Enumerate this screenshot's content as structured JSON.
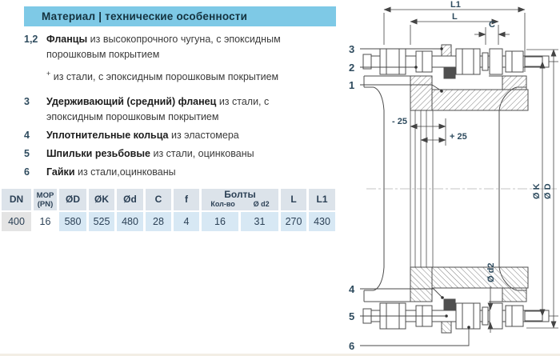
{
  "header": {
    "title": "Материал | технические особенности",
    "bg": "#7ec9e6"
  },
  "materials": {
    "items": [
      {
        "num": "1,2",
        "name": "Фланцы",
        "desc": "из высокопрочного чугуна, с эпоксидным порошковым покрытием"
      },
      {
        "num": "+",
        "name": "",
        "desc": "из стали, с эпоксидным порошковым покрытием"
      },
      {
        "num": "3",
        "name": "Удерживающий (средний) фланец",
        "desc": "из стали, с эпоксидным порошковым покрытием"
      },
      {
        "num": "4",
        "name": "Уплотнительные кольца",
        "desc": "из эластомера"
      },
      {
        "num": "5",
        "name": "Шпильки резьбовые",
        "desc": "из стали, оцинкованы"
      },
      {
        "num": "6",
        "name": "Гайки",
        "desc": "из стали,оцинкованы"
      }
    ]
  },
  "table": {
    "headers": {
      "dn": "DN",
      "mop_line1": "MOP",
      "mop_line2": "(PN)",
      "d_outer": "ØD",
      "k": "ØK",
      "d_small": "Ød",
      "c": "C",
      "f": "f",
      "bolts": "Болты",
      "bolts_qty": "Кол-во",
      "bolts_d2": "Ø d2",
      "l": "L",
      "l1": "L1"
    },
    "row": {
      "dn": "400",
      "mop": "16",
      "d_outer": "580",
      "k": "525",
      "d_small": "480",
      "c": "28",
      "f": "4",
      "bolts_qty": "16",
      "bolts_d2": "31",
      "l": "270",
      "l1": "430"
    }
  },
  "drawing": {
    "dim_l1": "L1",
    "dim_l": "L",
    "dim_c": "C",
    "dim_minus": "- 25",
    "dim_plus": "+ 25",
    "dim_k": "Ø K",
    "dim_d": "Ø D",
    "dim_d2": "Ø d2",
    "part1": "1",
    "part2": "2",
    "part3": "3",
    "part4": "4",
    "part5": "5",
    "part6": "6"
  },
  "colors": {
    "header_bg": "#7ec9e6",
    "table_header_bg": "#dce3ea",
    "table_cell_blue": "#d7e8f4",
    "table_cell_gray": "#e4e4e4",
    "label": "#2e4b5e"
  }
}
